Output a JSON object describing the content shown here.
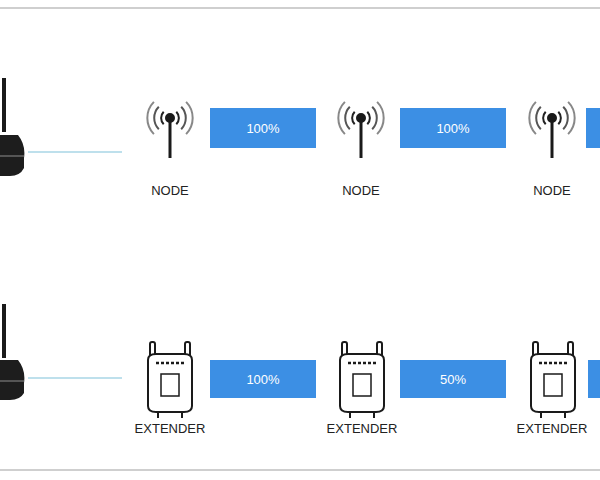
{
  "diagram": {
    "nodes": [
      {
        "text": [
          "NODE"
        ]
      },
      {
        "text": [
          "100%"
        ]
      },
      {
        "text": [
          "NODE"
        ]
      },
      {
        "text": [
          "100%"
        ]
      },
      {
        "text": [
          "NODE"
        ]
      },
      {
        "text": [
          "EXTENDER"
        ]
      },
      {
        "text": [
          "100%"
        ]
      },
      {
        "text": [
          "EXTENDER"
        ]
      },
      {
        "text": [
          "50%"
        ]
      },
      {
        "text": [
          "EXTENDER"
        ]
      }
    ]
  }
}
